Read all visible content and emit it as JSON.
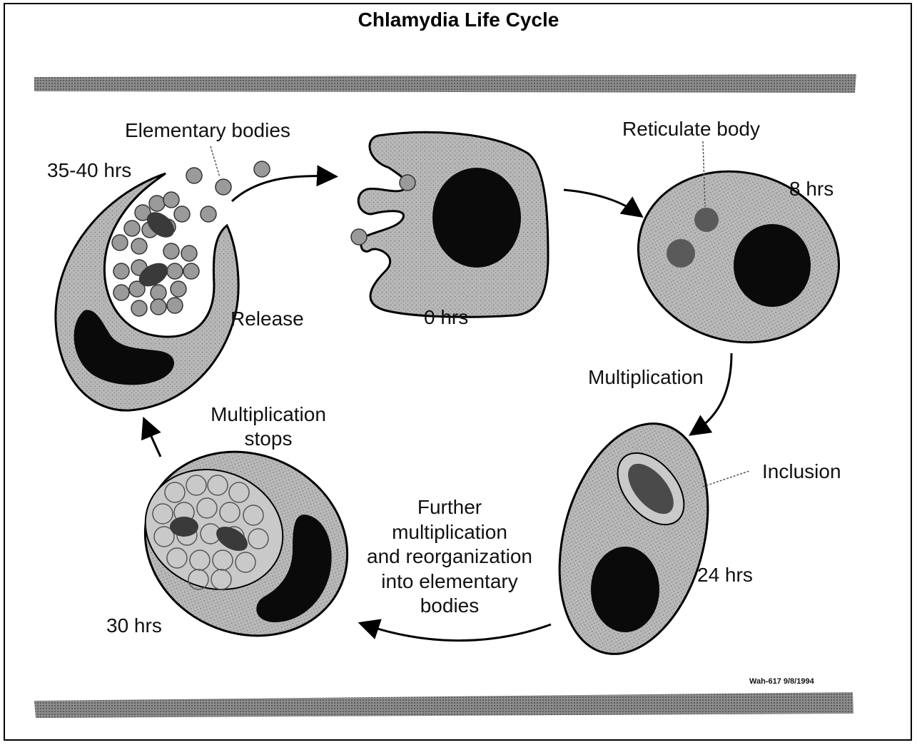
{
  "title": "Chlamydia Life Cycle",
  "labels": {
    "elementary_bodies": "Elementary bodies",
    "time_35_40": "35-40 hrs",
    "release": "Release",
    "time_0": "0 hrs",
    "reticulate_body": "Reticulate body",
    "time_8": "8 hrs",
    "multiplication": "Multiplication",
    "inclusion": "Inclusion",
    "time_24": "24 hrs",
    "further_line1": "Further",
    "further_line2": "multiplication",
    "further_line3": "and reorganization",
    "further_line4": "into elementary",
    "further_line5": "bodies",
    "stops_line1": "Multiplication",
    "stops_line2": "stops",
    "time_30": "30 hrs",
    "stamp": "Wah-617 9/8/1994"
  },
  "colors": {
    "cell_fill": "#b3b3b3",
    "nucleus_fill": "#0a0a0a",
    "band_fill": "#7a7a7a",
    "particle_fill": "#9a9a9a",
    "inclusion_fill": "#c9c9c9"
  }
}
